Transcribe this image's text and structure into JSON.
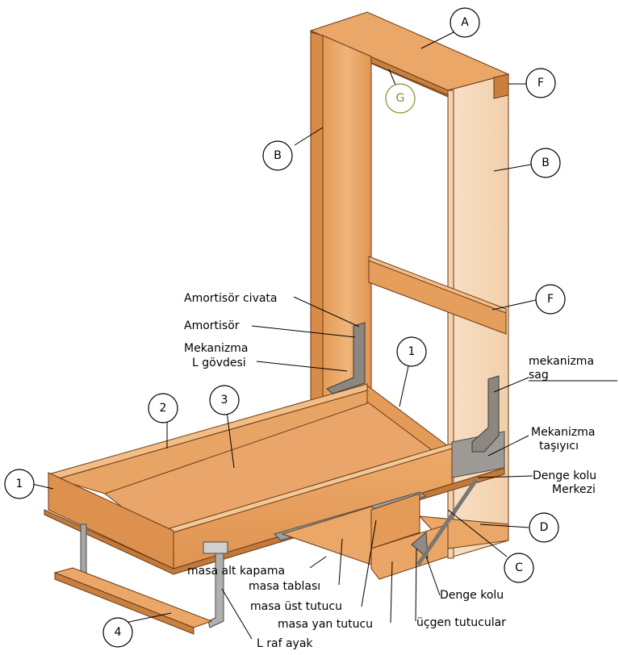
{
  "callouts": {
    "A": "A",
    "B_left": "B",
    "B_right": "B",
    "F_top": "F",
    "F_mid": "F",
    "G": "G",
    "D": "D",
    "C": "C",
    "n1_right": "1",
    "n1_left": "1",
    "n2": "2",
    "n3": "3",
    "n4": "4"
  },
  "labels": {
    "amortisor_civata": "Amortisör civata",
    "amortisor": "Amortisör",
    "mekanizma_l_1": "Mekanizma",
    "mekanizma_l_2": "L gövdesi",
    "mekanizma_sag_1": "mekanizma",
    "mekanizma_sag_2": "sag",
    "mekanizma_tasiyici_1": "Mekanizma",
    "mekanizma_tasiyici_2": "taşıyıcı",
    "denge_kolu_merkezi_1": "Denge kolu",
    "denge_kolu_merkezi_2": "Merkezi",
    "masa_alt_kapama": "masa alt kapama",
    "masa_tablasi": "masa tablası",
    "masa_ust_tutucu": "masa üst tutucu",
    "masa_yan_tutucu": "masa yan tutucu",
    "denge_kolu": "Denge kolu",
    "ucgen_tutucular": "üçgen tutucular",
    "l_raf_ayak": "L raf ayak"
  },
  "colors": {
    "wood": "#e9a463",
    "wood_light": "#f1bb82",
    "wood_dark": "#c9803f",
    "panel_pale": "#f6dcc0",
    "metal": "#9a9a9a",
    "metal_dark": "#5c5c5c",
    "g_callout": "#8b8b2a"
  }
}
